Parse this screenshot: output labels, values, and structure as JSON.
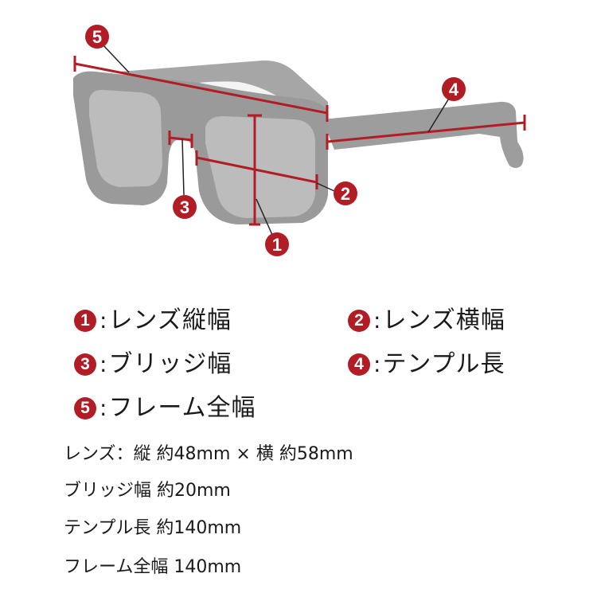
{
  "colors": {
    "accent_red": "#b11c25",
    "frame_gray": "#9a9a9a",
    "lens_gray": "#bdbdbd",
    "text": "#1a1a1a",
    "background": "#ffffff"
  },
  "diagram": {
    "subject": "sunglasses dimension diagram",
    "markers": [
      {
        "id": "1",
        "label": "1",
        "meaning": "lens height"
      },
      {
        "id": "2",
        "label": "2",
        "meaning": "lens width"
      },
      {
        "id": "3",
        "label": "3",
        "meaning": "bridge width"
      },
      {
        "id": "4",
        "label": "4",
        "meaning": "temple length"
      },
      {
        "id": "5",
        "label": "5",
        "meaning": "total frame width"
      }
    ]
  },
  "legend": {
    "colon": ":",
    "items": [
      {
        "num": "1",
        "label": "レンズ縦幅"
      },
      {
        "num": "2",
        "label": "レンズ横幅"
      },
      {
        "num": "3",
        "label": "ブリッジ幅"
      },
      {
        "num": "4",
        "label": "テンプル長"
      },
      {
        "num": "5",
        "label": "フレーム全幅"
      }
    ]
  },
  "specs": [
    {
      "text": "レンズ：縦 約48mm × 横 約58mm"
    },
    {
      "text": "ブリッジ幅 約20mm"
    },
    {
      "text": "テンプル長 約140mm"
    },
    {
      "text": "フレーム全幅 140mm"
    }
  ]
}
